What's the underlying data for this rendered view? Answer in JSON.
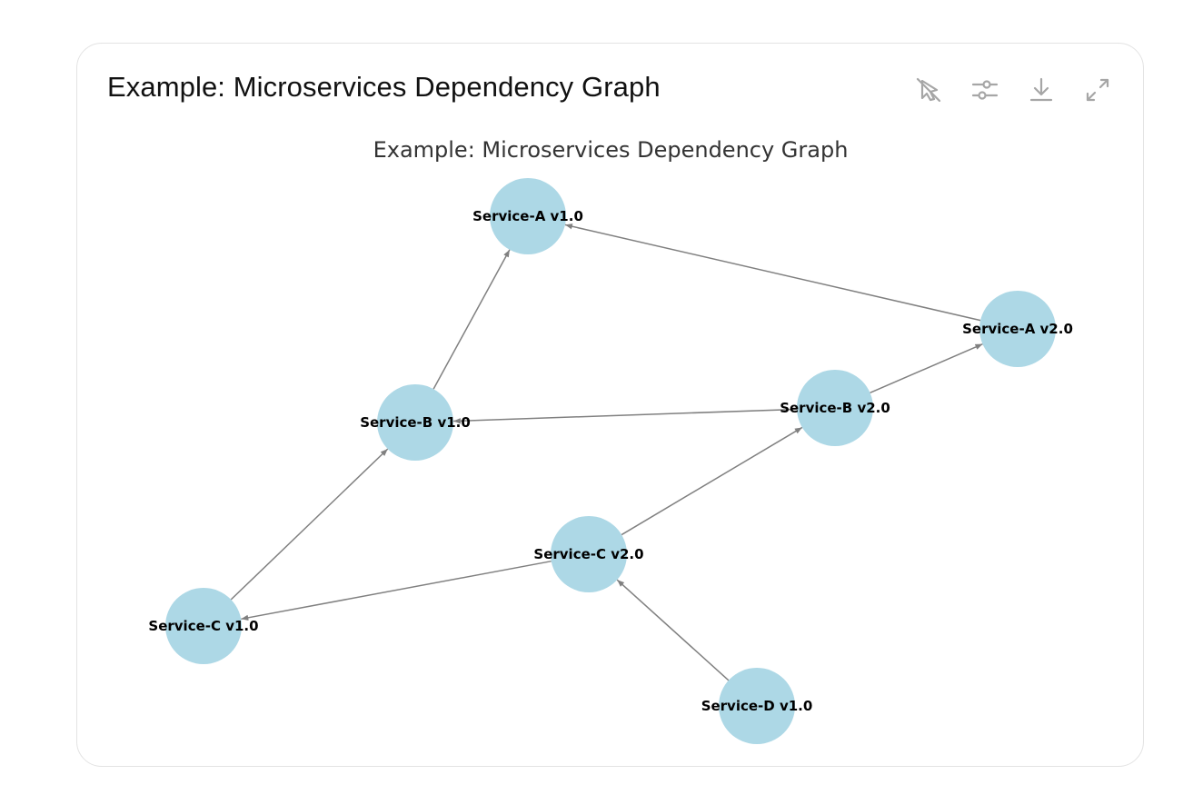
{
  "card": {
    "title": "Example: Microservices Dependency Graph"
  },
  "toolbar": {
    "buttons": [
      {
        "name": "disable-hover-button",
        "icon": "cursor-off-icon"
      },
      {
        "name": "settings-button",
        "icon": "sliders-icon"
      },
      {
        "name": "download-button",
        "icon": "download-icon"
      },
      {
        "name": "fullscreen-button",
        "icon": "expand-icon"
      }
    ]
  },
  "diagram": {
    "title": "Example: Microservices Dependency Graph",
    "node_color": "#add8e6",
    "edge_color": "#808080",
    "nodes": [
      {
        "id": "a1",
        "label": "Service-A v1.0"
      },
      {
        "id": "a2",
        "label": "Service-A v2.0"
      },
      {
        "id": "b1",
        "label": "Service-B v1.0"
      },
      {
        "id": "b2",
        "label": "Service-B v2.0"
      },
      {
        "id": "c1",
        "label": "Service-C v1.0"
      },
      {
        "id": "c2",
        "label": "Service-C v2.0"
      },
      {
        "id": "d1",
        "label": "Service-D v1.0"
      }
    ],
    "edges": [
      {
        "from": "b1",
        "to": "a1"
      },
      {
        "from": "a2",
        "to": "a1"
      },
      {
        "from": "b2",
        "to": "a2"
      },
      {
        "from": "b2",
        "to": "b1"
      },
      {
        "from": "c1",
        "to": "b1"
      },
      {
        "from": "c2",
        "to": "b2"
      },
      {
        "from": "c2",
        "to": "c1"
      },
      {
        "from": "d1",
        "to": "c2"
      }
    ]
  }
}
